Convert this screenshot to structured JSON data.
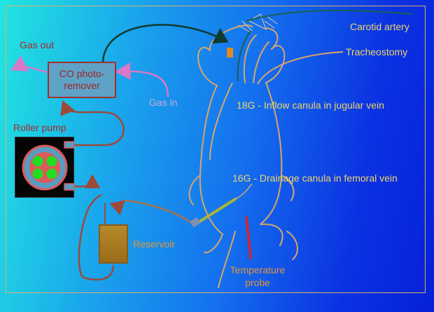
{
  "labels": {
    "gas_out": "Gas out",
    "co_photo_remover": "CO photo-remover",
    "gas_in": "Gas in",
    "roller_pump": "Roller pump",
    "reservoir": "Reservoir",
    "carotid_artery": "Carotid artery",
    "tracheostomy": "Tracheostomy",
    "inflow_canula": "18G - Inflow canula in jugular vein",
    "drainage_canula": "16G - Drainage canula in femoral vein",
    "temperature_probe": "Temperature probe"
  },
  "colors": {
    "background_left": "#22e6e0",
    "background_right": "#0620d8",
    "frame": "#d8b06c",
    "animal_outline": "#d9a56a",
    "circuit_tubing": "#9c4a3a",
    "arterial_line": "#0f4a3a",
    "gas_arrow": "#d878c8",
    "pump_roller": "#22dd22",
    "pump_rotor": "#dc5a5a",
    "temperature_probe": "#e02020",
    "label_yellow": "#f0d46a",
    "label_red": "#a32828",
    "label_orange": "#e39436"
  }
}
